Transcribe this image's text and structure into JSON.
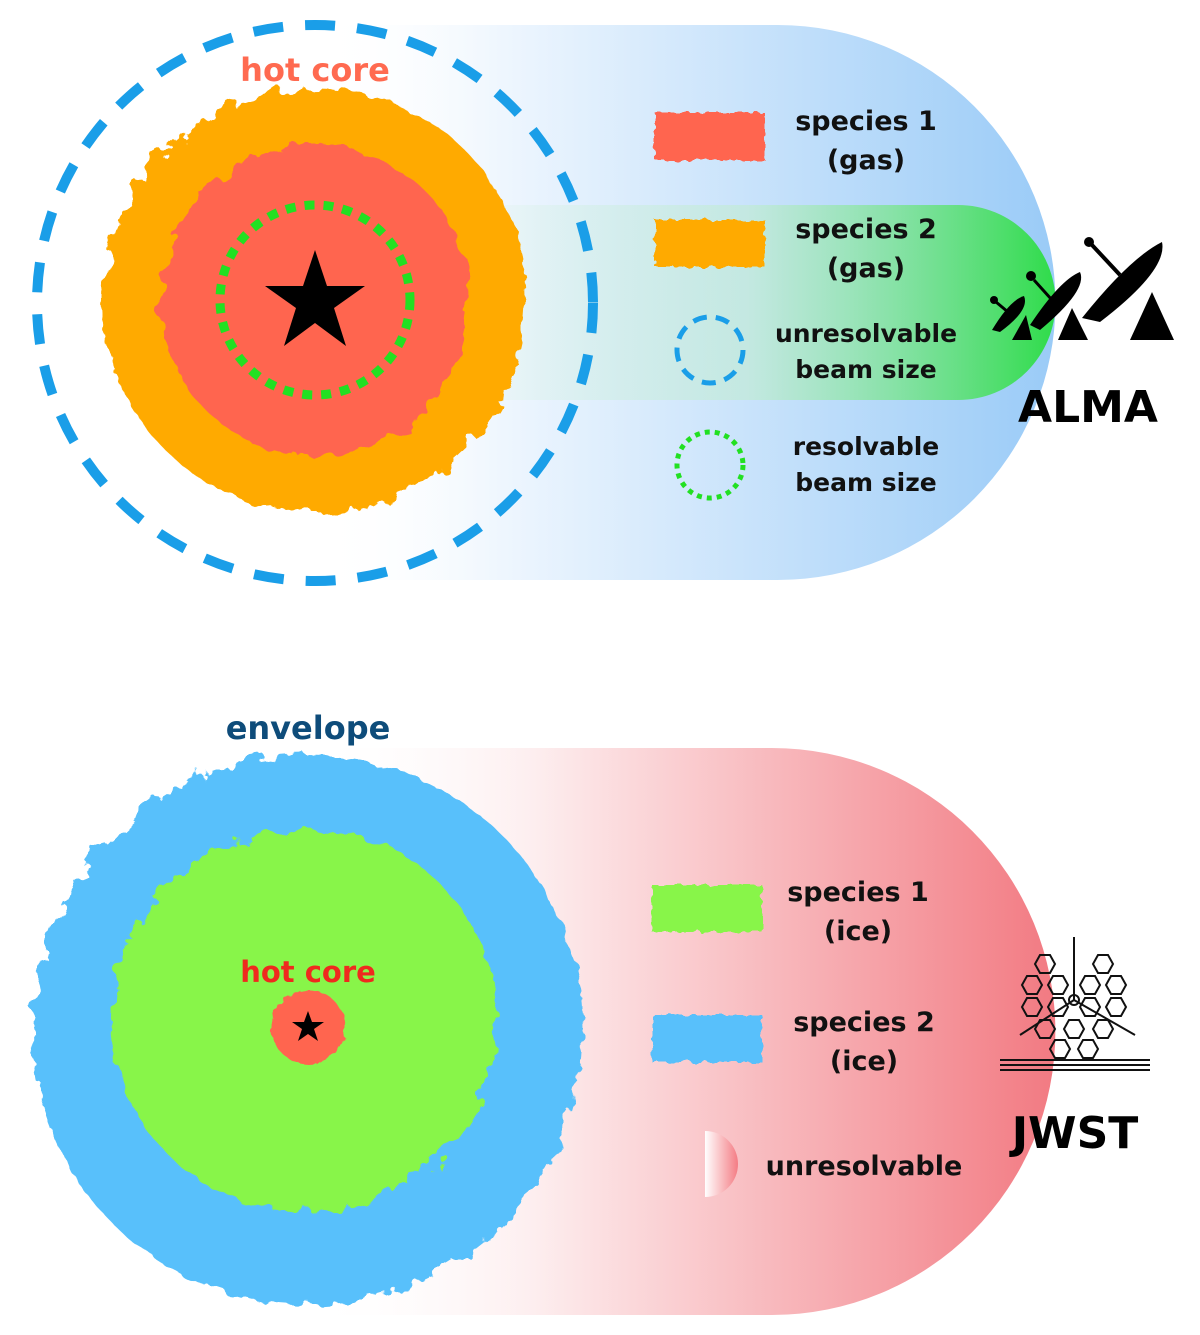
{
  "alma_panel": {
    "region_label": "hot core",
    "legend": [
      {
        "line1": "species 1",
        "line2": "(gas)",
        "color": "#ff6550"
      },
      {
        "line1": "species 2",
        "line2": "(gas)",
        "color": "#ffaa00"
      },
      {
        "line1": "unresolvable",
        "line2": "beam size",
        "color": "#1a9ee8"
      },
      {
        "line1": "resolvable",
        "line2": "beam size",
        "color": "#22e022"
      }
    ],
    "telescope": "ALMA"
  },
  "jwst_panel": {
    "region_label_outer": "envelope",
    "region_label_inner": "hot core",
    "legend": [
      {
        "line1": "species 1",
        "line2": "(ice)",
        "color": "#88f54a"
      },
      {
        "line1": "species 2",
        "line2": "(ice)",
        "color": "#58c0fb"
      },
      {
        "line1": "unresolvable",
        "color": "#f07078"
      }
    ],
    "telescope": "JWST"
  }
}
